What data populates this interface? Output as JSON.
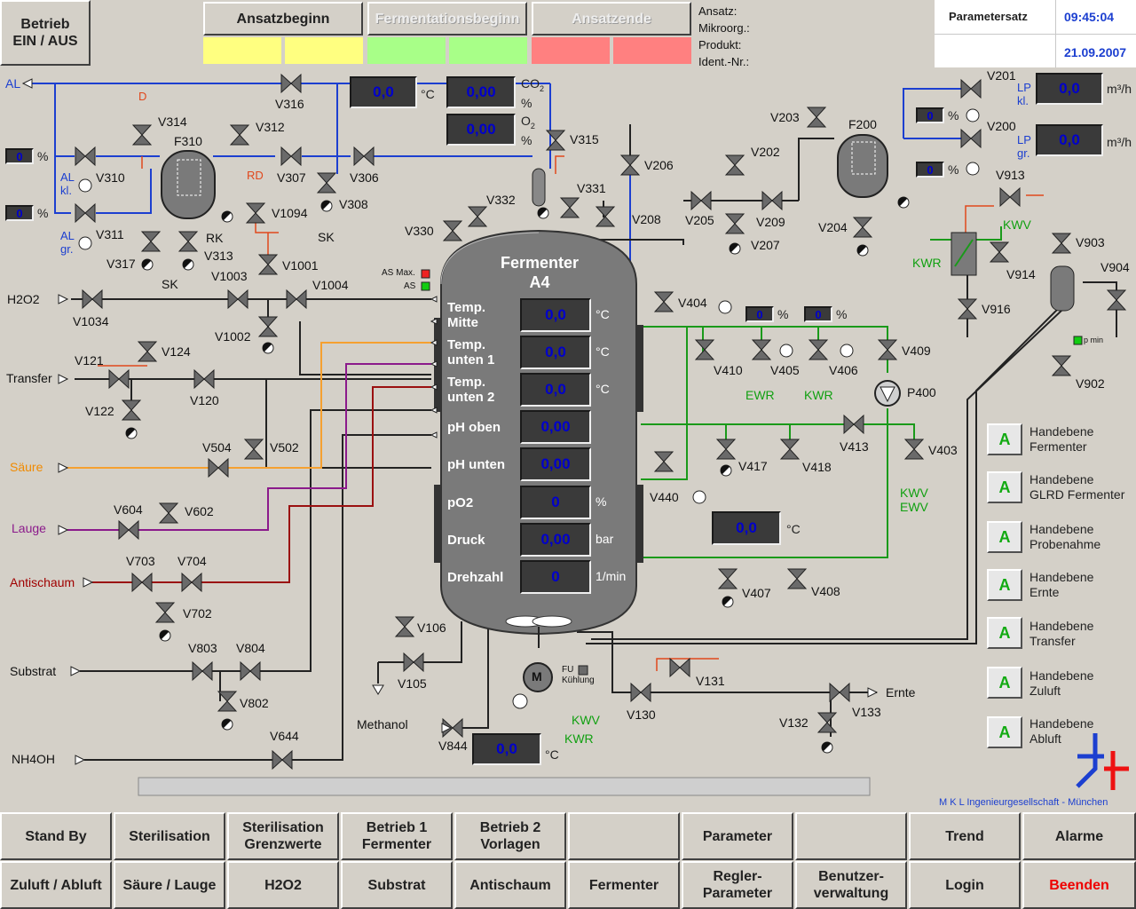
{
  "header": {
    "betrieb_button": "Betrieb\nEIN / AUS",
    "phase_buttons": [
      "Ansatzbeginn",
      "Fermentationsbeginn",
      "Ansatzende"
    ],
    "info_labels": [
      "Ansatz:",
      "Mikroorg.:",
      "Produkt:",
      "Ident.-Nr.:"
    ],
    "parametersatz": "Parametersatz",
    "time": "09:45:04",
    "date": "21.09.2007"
  },
  "colors": {
    "accent_blue": "#1c3fd0",
    "lamp_yellow": "#ffff80",
    "lamp_green": "#a8ff88",
    "lamp_red": "#ff8080",
    "exit_red": "#ee0000",
    "tank_gray": "#787878"
  },
  "tank": {
    "title": "Fermenter",
    "subtitle": "A4",
    "rows": [
      {
        "label": "Temp.\nMitte",
        "value": "0,0",
        "unit": "°C"
      },
      {
        "label": "Temp.\nunten 1",
        "value": "0,0",
        "unit": "°C"
      },
      {
        "label": "Temp.\nunten 2",
        "value": "0,0",
        "unit": "°C"
      },
      {
        "label": "pH oben",
        "value": "0,00",
        "unit": ""
      },
      {
        "label": "pH unten",
        "value": "0,00",
        "unit": ""
      },
      {
        "label": "pO2",
        "value": "0",
        "unit": "%"
      },
      {
        "label": "Druck",
        "value": "0,00",
        "unit": "bar"
      },
      {
        "label": "Drehzahl",
        "value": "0",
        "unit": "1/min"
      }
    ],
    "as_max": "AS Max.",
    "as": "AS"
  },
  "displays": {
    "top_temp": {
      "value": "0,0",
      "unit": "°C"
    },
    "co2": {
      "value": "0,00",
      "unit_main": "CO",
      "unit_sub": "2",
      "unit_pct": "%"
    },
    "o2": {
      "value": "0,00",
      "unit_main": "O",
      "unit_sub": "2",
      "unit_pct": "%"
    },
    "lp_kl": {
      "value": "0,0",
      "unit": "m³/h"
    },
    "lp_gr": {
      "value": "0,0",
      "unit": "m³/h"
    },
    "mantel_temp": {
      "value": "0,0",
      "unit": "°C"
    },
    "methanol_temp": {
      "value": "0,0",
      "unit": "°C"
    },
    "pct": [
      "0",
      "0",
      "0",
      "0",
      "0",
      "0"
    ],
    "pct_unit": "%"
  },
  "lines": [
    "AL",
    "H2O2",
    "Transfer",
    "Säure",
    "Lauge",
    "Antischaum",
    "Substrat",
    "NH4OH",
    "Methanol",
    "Ernte"
  ],
  "equipment": [
    "F310",
    "F200",
    "P400",
    "M"
  ],
  "valves": [
    "V316",
    "V314",
    "V312",
    "V310",
    "V311",
    "V317",
    "V313",
    "V307",
    "V306",
    "V308",
    "V1094",
    "V1001",
    "V1003",
    "V1004",
    "V1034",
    "V1002",
    "V124",
    "V121",
    "V120",
    "V122",
    "V504",
    "V502",
    "V604",
    "V602",
    "V703",
    "V704",
    "V702",
    "V803",
    "V804",
    "V802",
    "V644",
    "V844",
    "V106",
    "V105",
    "V130",
    "V131",
    "V132",
    "V133",
    "V315",
    "V332",
    "V330",
    "V331",
    "V206",
    "V208",
    "V202",
    "V203",
    "V205",
    "V209",
    "V207",
    "V204",
    "V201",
    "V200",
    "V913",
    "V914",
    "V916",
    "V903",
    "V904",
    "V902",
    "V404",
    "V410",
    "V405",
    "V406",
    "V409",
    "V413",
    "V417",
    "V418",
    "V403",
    "V440",
    "V407",
    "V408"
  ],
  "misc_labels": [
    "AL\nkl.",
    "AL\ngr.",
    "RK",
    "SK",
    "D",
    "RD",
    "KWR",
    "KWV",
    "EWR",
    "LP\nkl.",
    "LP\ngr.",
    "FU\nKühlung",
    "p min",
    "KWV\nEWV"
  ],
  "handebene": [
    {
      "btn": "A",
      "label": "Handebene\nFermenter"
    },
    {
      "btn": "A",
      "label": "Handebene\nGLRD Fermenter"
    },
    {
      "btn": "A",
      "label": "Handebene\nProbenahme"
    },
    {
      "btn": "A",
      "label": "Handebene\nErnte"
    },
    {
      "btn": "A",
      "label": "Handebene\nTransfer"
    },
    {
      "btn": "A",
      "label": "Handebene\nZuluft"
    },
    {
      "btn": "A",
      "label": "Handebene\nAbluft"
    }
  ],
  "footer": {
    "company": "M K L  Ingenieurgesellschaft - München",
    "row1": [
      "Stand By",
      "Sterilisation",
      "Sterilisation\nGrenzwerte",
      "Betrieb 1\nFermenter",
      "Betrieb 2\nVorlagen",
      "",
      "Parameter",
      "",
      "Trend",
      "Alarme"
    ],
    "row2": [
      "Zuluft / Abluft",
      "Säure / Lauge",
      "H2O2",
      "Substrat",
      "Antischaum",
      "Fermenter",
      "Regler-\nParameter",
      "Benutzer-\nverwaltung",
      "Login",
      "Beenden"
    ]
  }
}
